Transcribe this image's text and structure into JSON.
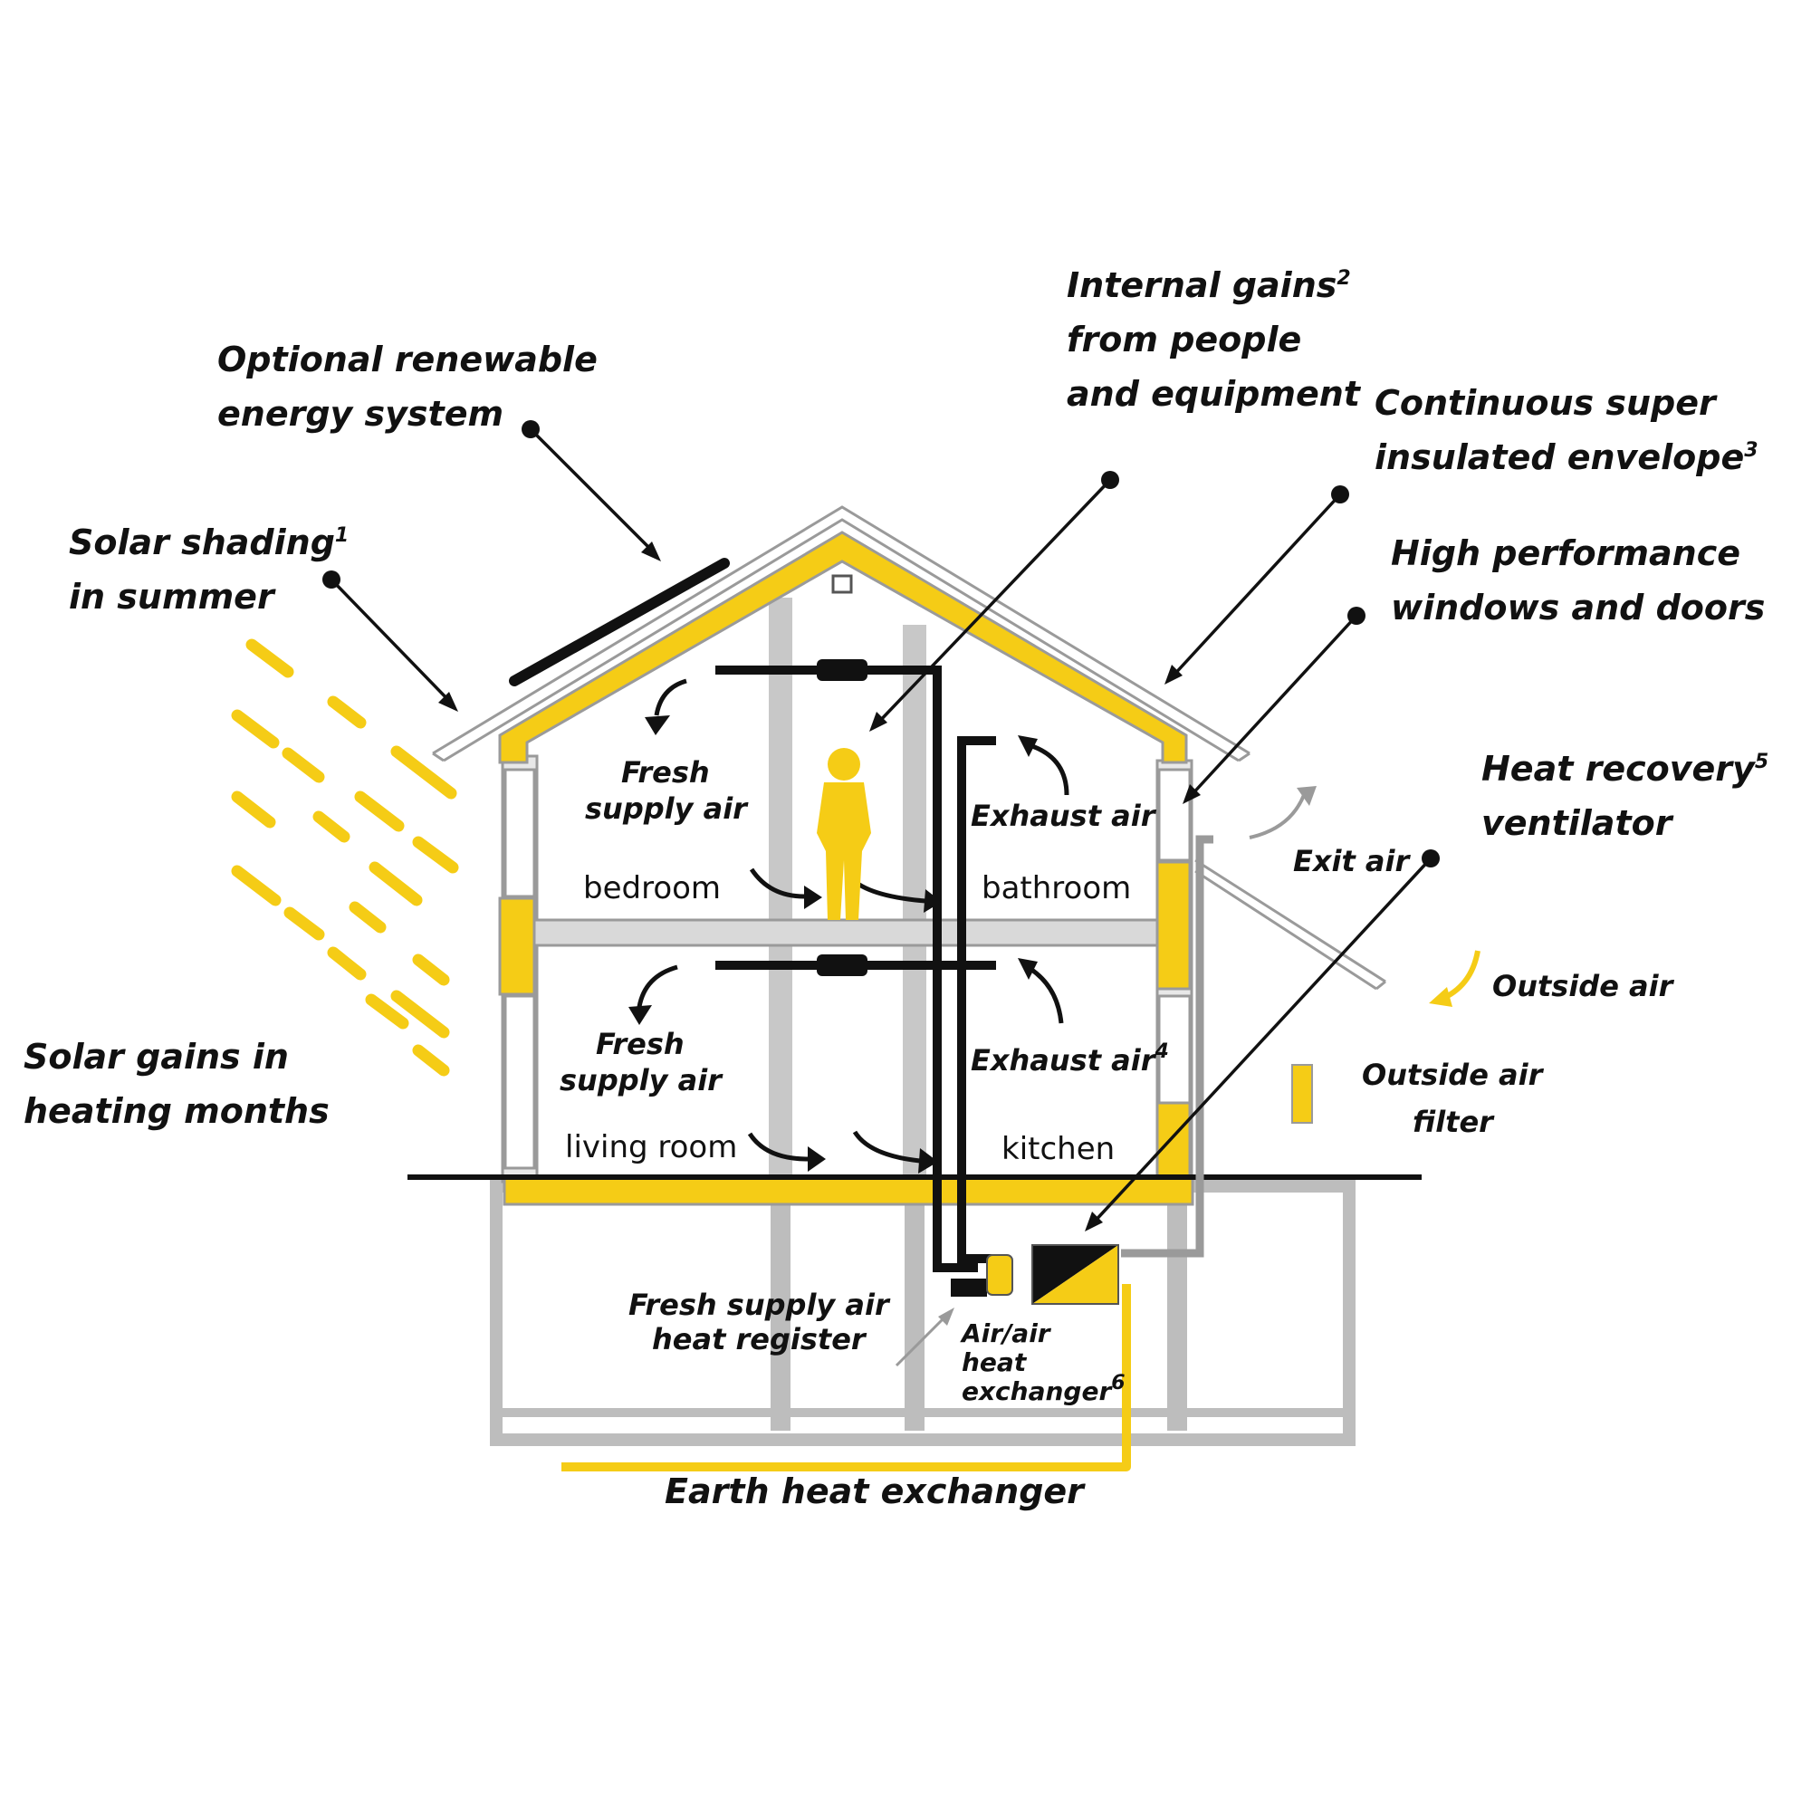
{
  "labels": {
    "optional_renewable": [
      "Optional renewable",
      "energy system"
    ],
    "solar_shading": [
      "Solar shading",
      "in summer"
    ],
    "solar_shading_note": "1",
    "solar_gains": [
      "Solar gains in",
      "heating months"
    ],
    "internal_gains": [
      "Internal gains",
      "from people",
      "and equipment"
    ],
    "internal_gains_note": "2",
    "envelope": [
      "Continuous super",
      "insulated envelope"
    ],
    "envelope_note": "3",
    "windows": [
      "High performance",
      "windows and doors"
    ],
    "heat_recovery": [
      "Heat recovery",
      "ventilator"
    ],
    "heat_recovery_note": "5",
    "exit_air": "Exit air",
    "outside_air": "Outside air",
    "outside_air_filter": [
      "Outside air",
      "filter"
    ],
    "fresh_supply_upper": [
      "Fresh",
      "supply air"
    ],
    "fresh_supply_lower": [
      "Fresh",
      "supply air"
    ],
    "exhaust_upper": "Exhaust air",
    "exhaust_lower": "Exhaust air",
    "exhaust_lower_note": "4",
    "bedroom": "bedroom",
    "bathroom": "bathroom",
    "living_room": "living room",
    "kitchen": "kitchen",
    "fresh_supply_register": [
      "Fresh supply air",
      "heat register"
    ],
    "air_exchanger": [
      "Air/air",
      "heat",
      "exchanger"
    ],
    "air_exchanger_note": "6",
    "earth_heat": "Earth heat exchanger"
  },
  "colors": {
    "insulation": "#f5cc16",
    "duct": "#111111",
    "structure": "#d9d9d9",
    "leader": "#111111"
  },
  "icons": {
    "person": "person-icon",
    "solar_panel": "solar-panel-icon",
    "sun_rays": "sun-rays-icon",
    "hrv_unit": "heat-recovery-unit-icon"
  }
}
